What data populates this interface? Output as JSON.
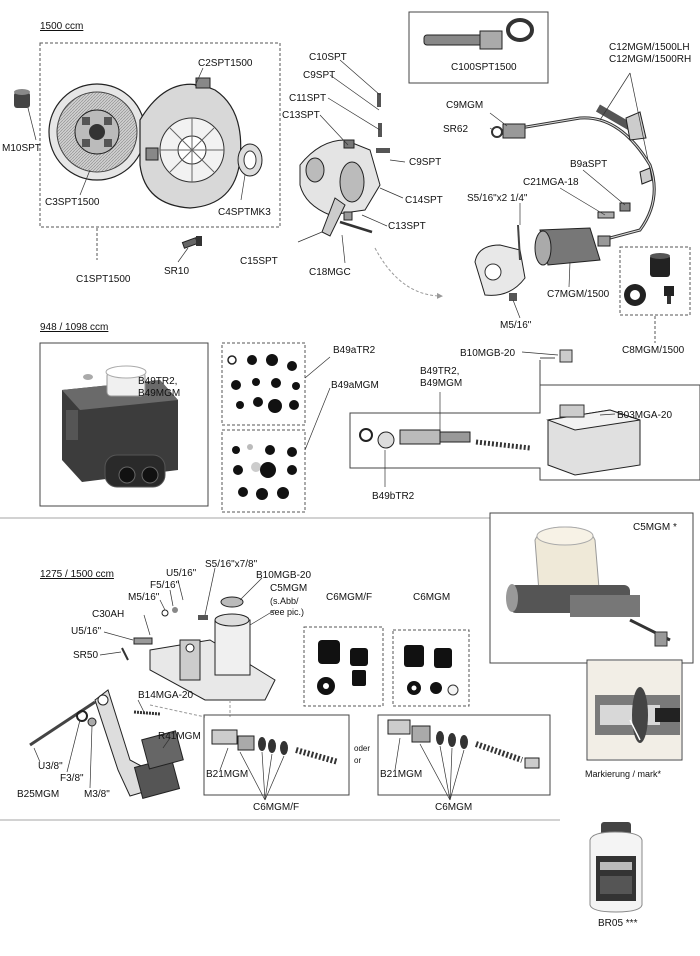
{
  "sections": {
    "s1500": "1500 ccm",
    "s948": "948 / 1098 ccm",
    "s1275": "1275 / 1500 ccm"
  },
  "labels": {
    "c2spt1500": "C2SPT1500",
    "m10spt": "M10SPT",
    "c3spt1500": "C3SPT1500",
    "c4sptmk3": "C4SPTMK3",
    "sr10": "SR10",
    "c1spt1500": "C1SPT1500",
    "c10spt": "C10SPT",
    "c9spt_a": "C9SPT",
    "c11spt": "C11SPT",
    "c13spt_a": "C13SPT",
    "c9spt_b": "C9SPT",
    "c14spt": "C14SPT",
    "c13spt_b": "C13SPT",
    "c15spt": "C15SPT",
    "c18mgc": "C18MGC",
    "c100spt1500": "C100SPT1500",
    "c12mgm_lh": "C12MGM/1500LH",
    "c12mgm_rh": "C12MGM/1500RH",
    "c9mgm": "C9MGM",
    "sr62": "SR62",
    "b9aspt": "B9aSPT",
    "c21mga18": "C21MGA-18",
    "s5_16x2": "S5/16\"x2 1/4\"",
    "c7mgm1500": "C7MGM/1500",
    "m5_16_a": "M5/16\"",
    "c8mgm1500": "C8MGM/1500",
    "b49tr2_photo_a": "B49TR2,",
    "b49tr2_photo_b": "B49MGM",
    "b49atr2": "B49aTR2",
    "b49amgm": "B49aMGM",
    "b10mgb20_a": "B10MGB-20",
    "b49tr2_a": "B49TR2,",
    "b49tr2_b": "B49MGM",
    "b03mga20": "B03MGA-20",
    "b49btr2": "B49bTR2",
    "s5_16x7_8": "S5/16\"x7/8\"",
    "u5_16_a": "U5/16\"",
    "b10mgb20_b": "B10MGB-20",
    "f5_16": "F5/16\"",
    "c5mgm_a": "C5MGM",
    "c5mgm_note_a": "(s.Abb/",
    "c5mgm_note_b": "see pic.)",
    "m5_16_b": "M5/16\"",
    "c30ah": "C30AH",
    "u5_16_b": "U5/16\"",
    "sr50": "SR50",
    "b14mga20": "B14MGA-20",
    "r41mgm": "R41MGM",
    "u3_8": "U3/8\"",
    "f3_8": "F3/8\"",
    "m3_8": "M3/8\"",
    "b25mgm": "B25MGM",
    "c6mgmf_kit": "C6MGM/F",
    "c6mgm_kit": "C6MGM",
    "b21mgm_a": "B21MGM",
    "c6mgmf_b": "C6MGM/F",
    "oder": "oder",
    "or": "or",
    "b21mgm_b": "B21MGM",
    "c6mgm_b": "C6MGM",
    "c5mgm_photo": "C5MGM *",
    "markierung": "Markierung / mark*",
    "br05": "BR05 ***"
  }
}
